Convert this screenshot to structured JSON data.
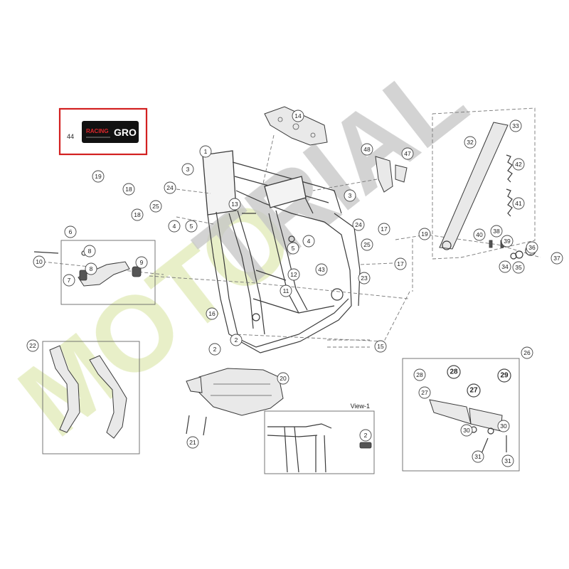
{
  "colors": {
    "highlight": "#d32020",
    "watermark_green": "#e7efc6",
    "watermark_grey": "#c2c2c2",
    "logo_bg": "#111111",
    "logo_red": "#e0262b"
  },
  "logo": {
    "part_number": "44",
    "brand_left": "RACING",
    "brand_right": "GRO"
  },
  "watermark": {
    "left": "MOTO",
    "right": "TRIAL"
  },
  "inset": {
    "label": "View-1"
  },
  "callouts": [
    "1",
    "2",
    "3",
    "4",
    "5",
    "6",
    "7",
    "8",
    "9",
    "10",
    "11",
    "12",
    "13",
    "14",
    "15",
    "16",
    "17",
    "18",
    "19",
    "20",
    "21",
    "22",
    "23",
    "24",
    "25",
    "26",
    "27",
    "28",
    "29",
    "30",
    "31",
    "32",
    "33",
    "34",
    "35",
    "36",
    "37",
    "38",
    "39",
    "40",
    "41",
    "42",
    "43",
    "47",
    "48"
  ]
}
